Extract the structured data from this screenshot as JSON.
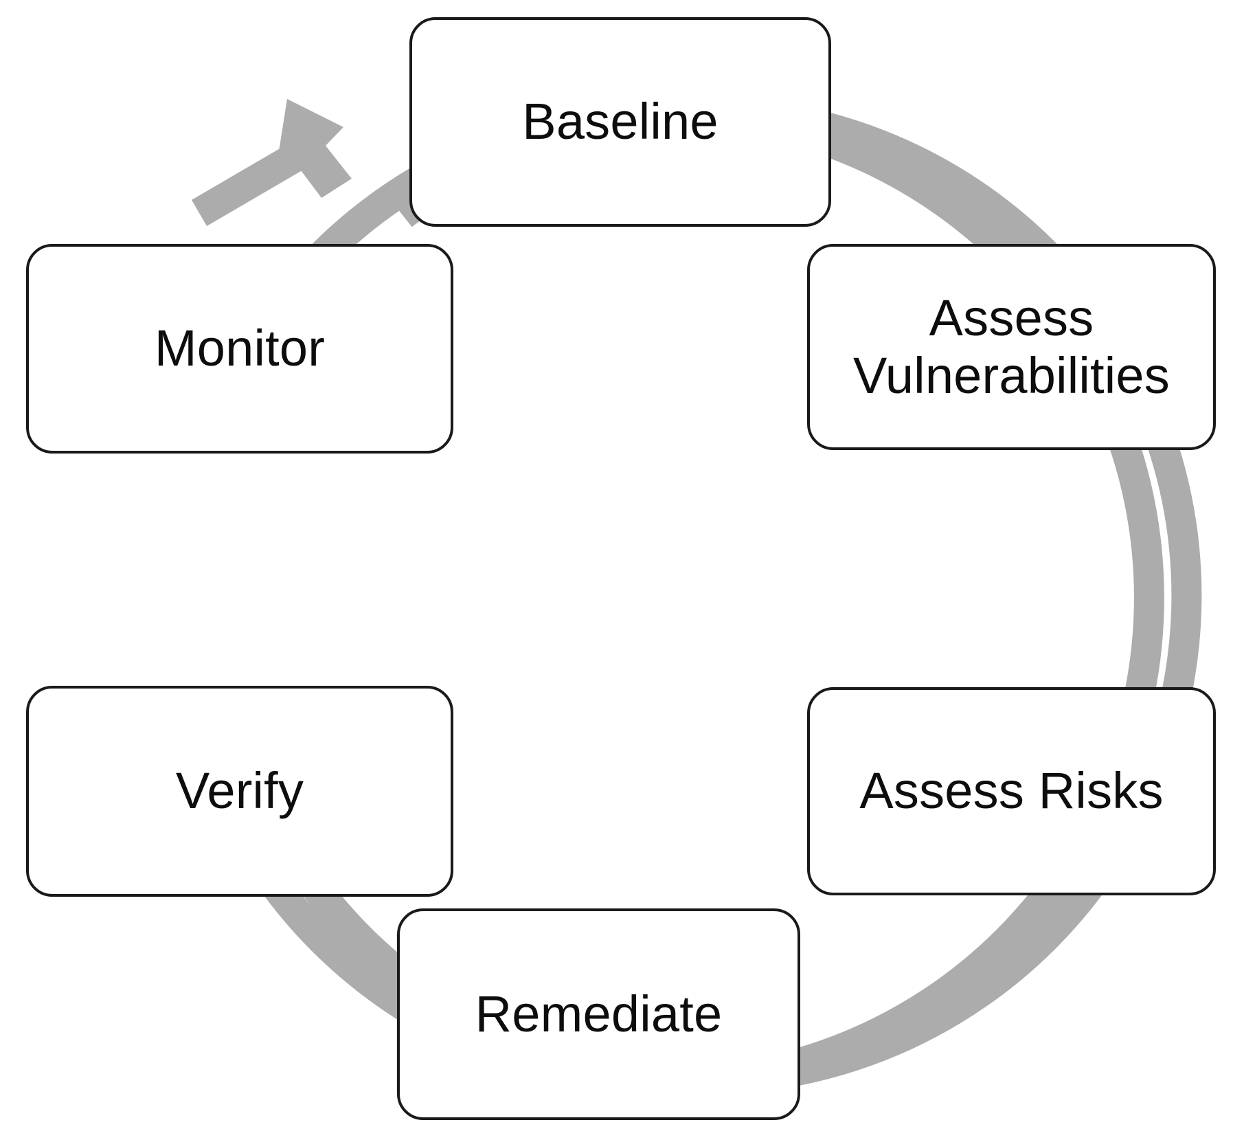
{
  "diagram": {
    "type": "cycle",
    "shape": "circular-arrow-ring",
    "direction": "clockwise",
    "ring_color": "#ACACAC",
    "node_border_color": "#1A1A1A",
    "node_fill_color": "#FFFFFF",
    "text_color": "#0D0D0D",
    "background_color": "#FFFFFF",
    "node_count": 6,
    "nodes": [
      {
        "id": "baseline",
        "label": "Baseline",
        "position": "top",
        "order": 1
      },
      {
        "id": "assess-vulnerabilities",
        "label": "Assess\nVulnerabilities",
        "position": "top-right",
        "order": 2
      },
      {
        "id": "assess-risks",
        "label": "Assess Risks",
        "position": "bottom-right",
        "order": 3
      },
      {
        "id": "remediate",
        "label": "Remediate",
        "position": "bottom",
        "order": 4
      },
      {
        "id": "verify",
        "label": "Verify",
        "position": "bottom-left",
        "order": 5
      },
      {
        "id": "monitor",
        "label": "Monitor",
        "position": "top-left",
        "order": 6
      }
    ],
    "arrow": {
      "id": "cycle-arrow",
      "from": "monitor",
      "to": "baseline",
      "label": ""
    }
  }
}
